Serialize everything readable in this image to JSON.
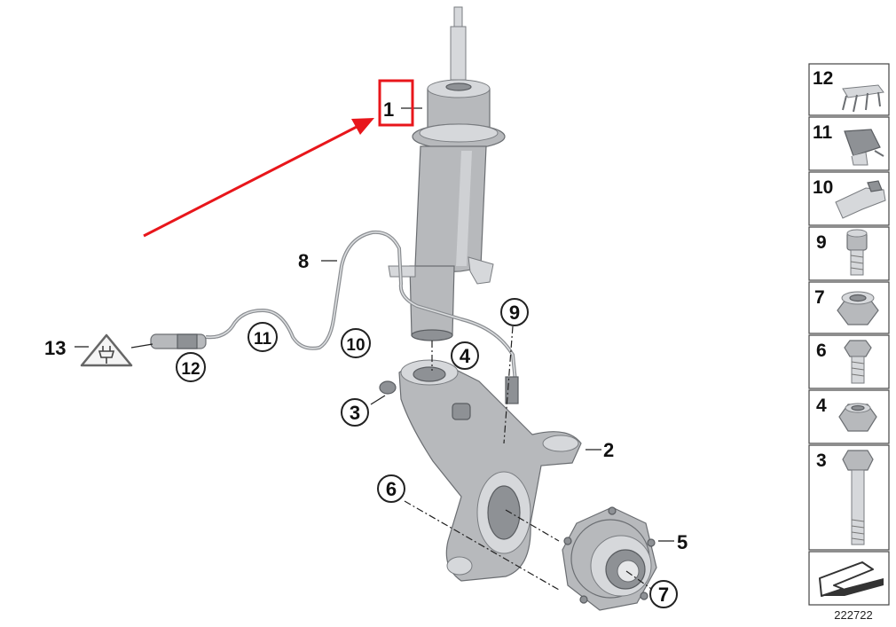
{
  "diagram": {
    "callouts": [
      {
        "id": "c1",
        "label": "1"
      },
      {
        "id": "c2",
        "label": "2"
      },
      {
        "id": "c3",
        "label": "3"
      },
      {
        "id": "c4",
        "label": "4"
      },
      {
        "id": "c5",
        "label": "5"
      },
      {
        "id": "c6",
        "label": "6"
      },
      {
        "id": "c7",
        "label": "7"
      },
      {
        "id": "c8",
        "label": "8"
      },
      {
        "id": "c9",
        "label": "9"
      },
      {
        "id": "c10",
        "label": "10"
      },
      {
        "id": "c11",
        "label": "11"
      },
      {
        "id": "c12",
        "label": "12"
      },
      {
        "id": "c13",
        "label": "13"
      }
    ],
    "highlight": {
      "target": "1",
      "color": "#e8161b"
    },
    "warning_icon": "electrical-plug-warning-icon"
  },
  "legend": {
    "items": [
      {
        "label": "12",
        "icon": "clip-icon"
      },
      {
        "label": "11",
        "icon": "cable-holder-icon"
      },
      {
        "label": "10",
        "icon": "bracket-clip-icon"
      },
      {
        "label": "9",
        "icon": "hex-socket-bolt-icon"
      },
      {
        "label": "7",
        "icon": "collar-nut-icon"
      },
      {
        "label": "6",
        "icon": "hex-bolt-icon"
      },
      {
        "label": "4",
        "icon": "hex-nut-icon"
      },
      {
        "label": "3",
        "icon": "long-hex-bolt-icon"
      }
    ],
    "footer_icon": "direction-arrow-icon"
  },
  "reference_number": "222722",
  "colors": {
    "highlight": "#e8161b",
    "part": "#b7b9bc"
  }
}
